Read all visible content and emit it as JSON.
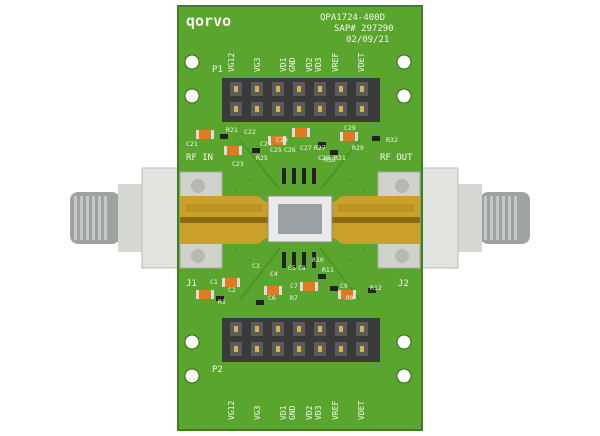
{
  "brand": "qorvo",
  "part_number": "QPA1724-400D",
  "sap_number": "SAP# 297290",
  "date": "02/09/21",
  "connectors": {
    "p1": "P1",
    "p2": "P2",
    "j1": "J1",
    "j2": "J2",
    "rf_in": "RF IN",
    "rf_out": "RF OUT"
  },
  "top_header_pins": [
    "VG12",
    "VG3",
    "VD1 GND",
    "VD2 VD3",
    "VREF",
    "VDET"
  ],
  "bottom_header_pins": [
    "VG12",
    "VG3",
    "VD1 GND",
    "VD2 VD3",
    "VREF",
    "VDET"
  ],
  "refdes_top": [
    "C21",
    "R21",
    "C22",
    "C23",
    "C24",
    "C25",
    "R25",
    "C26",
    "C27",
    "R27",
    "C28",
    "C29",
    "R29",
    "R30",
    "R31",
    "R32",
    "C20"
  ],
  "refdes_bottom": [
    "C1",
    "R1",
    "C2",
    "C3",
    "C4",
    "C5",
    "C6",
    "C7",
    "R7",
    "C8",
    "C9",
    "R9",
    "R10",
    "R11",
    "R12"
  ],
  "colors": {
    "pcb": "#5aa52e",
    "pcb_dark": "#3f7f20",
    "gold": "#c9a12a",
    "connector_body": "#d9dcd6",
    "header_black": "#3a3a3a",
    "pin_gold": "#d7b24c",
    "cap_orange": "#e07a1e",
    "silkscreen": "#f4f6ec"
  },
  "icons": [
    "mounting-hole-icon",
    "sma-connector-icon",
    "mmic-chip-icon"
  ]
}
